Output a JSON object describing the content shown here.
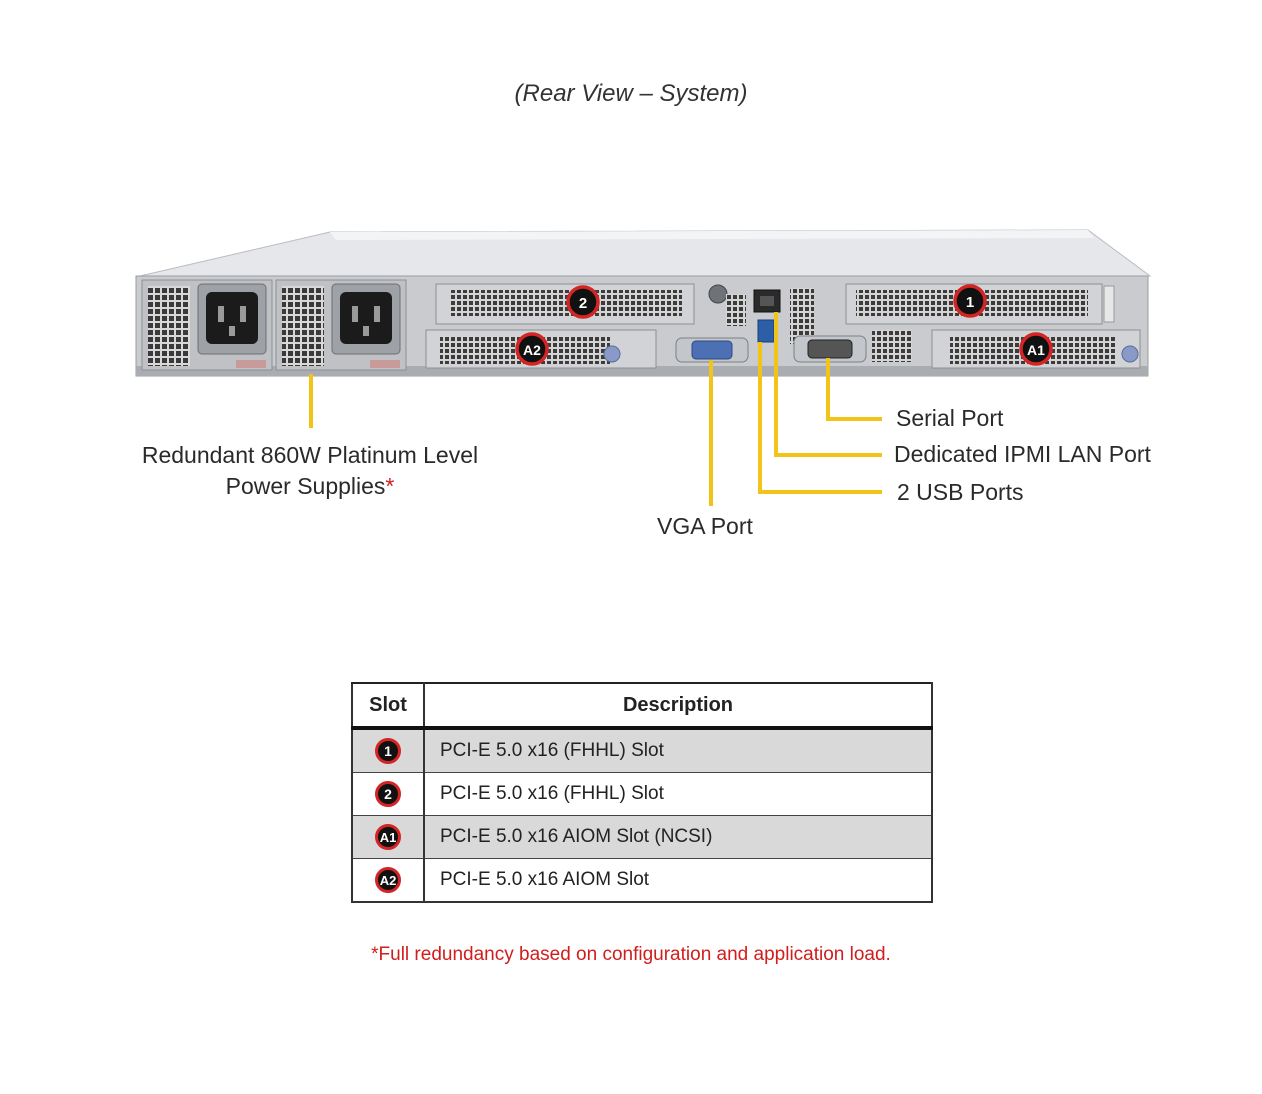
{
  "title": "(Rear View – System)",
  "callouts": {
    "psu_line1": "Redundant  860W Platinum  Level",
    "psu_line2": "Power Supplies",
    "psu_asterisk": "*",
    "serial": "Serial Port",
    "ipmi": "Dedicated IPMI  LAN Port",
    "usb": "2 USB Ports",
    "vga": "VGA Port"
  },
  "chassis_badges": {
    "slot2": "2",
    "slot1": "1",
    "a2": "A2",
    "a1": "A1"
  },
  "table": {
    "headers": {
      "slot": "Slot",
      "description": "Description"
    },
    "rows": [
      {
        "slot": "1",
        "description": "PCI-E  5.0 x16 (FHHL)  Slot",
        "shaded": true
      },
      {
        "slot": "2",
        "description": "PCI-E  5.0 x16 (FHHL)  Slot",
        "shaded": false
      },
      {
        "slot": "A1",
        "description": "PCI-E  5.0 x16 AIOM  Slot (NCSI)",
        "shaded": true
      },
      {
        "slot": "A2",
        "description": "PCI-E  5.0 x16 AIOM  Slot",
        "shaded": false
      }
    ]
  },
  "footnote": "*Full redundancy  based on configuration  and application  load.",
  "colors": {
    "callout_line": "#f2c318",
    "badge_border": "#d42525",
    "footnote": "#d21d1d",
    "shaded_row": "#d9d9d9"
  }
}
